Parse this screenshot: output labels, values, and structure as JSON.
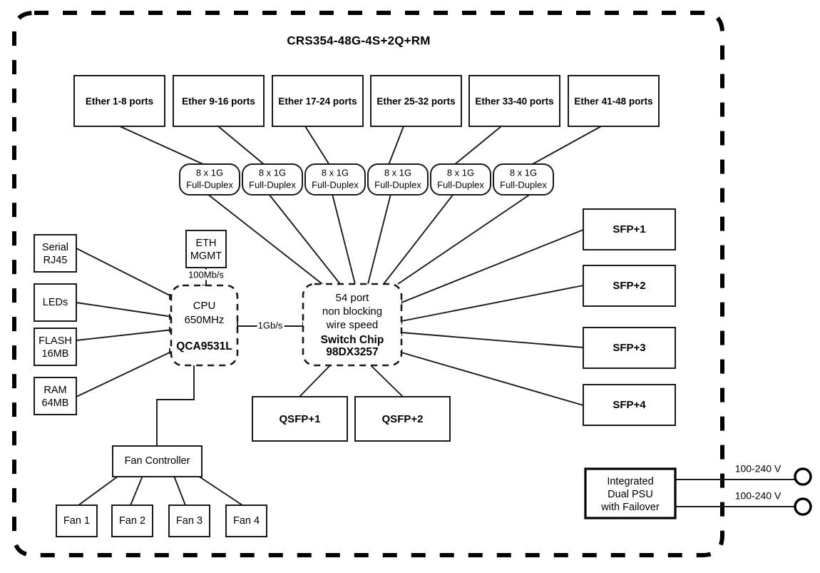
{
  "diagram": {
    "title": "CRS354-48G-4S+2Q+RM",
    "ether_groups": [
      {
        "label": "Ether 1-8 ports"
      },
      {
        "label": "Ether 9-16 ports"
      },
      {
        "label": "Ether 17-24 ports"
      },
      {
        "label": "Ether 25-32 ports"
      },
      {
        "label": "Ether 33-40 ports"
      },
      {
        "label": "Ether 41-48 ports"
      }
    ],
    "phy_blocks": [
      {
        "line1": "8 x 1G",
        "line2": "Full-Duplex"
      },
      {
        "line1": "8 x 1G",
        "line2": "Full-Duplex"
      },
      {
        "line1": "8 x 1G",
        "line2": "Full-Duplex"
      },
      {
        "line1": "8 x 1G",
        "line2": "Full-Duplex"
      },
      {
        "line1": "8 x 1G",
        "line2": "Full-Duplex"
      },
      {
        "line1": "8 x 1G",
        "line2": "Full-Duplex"
      }
    ],
    "peripherals": [
      {
        "line1": "Serial",
        "line2": "RJ45"
      },
      {
        "line1": "LEDs",
        "line2": ""
      },
      {
        "line1": "FLASH",
        "line2": "16MB"
      },
      {
        "line1": "RAM",
        "line2": "64MB"
      }
    ],
    "eth_mgmt": {
      "line1": "ETH",
      "line2": "MGMT",
      "speed_label": "100Mb/s"
    },
    "cpu": {
      "line1": "CPU",
      "line2": "650MHz",
      "line3": "QCA9531L"
    },
    "cpu_switch_link": {
      "label": "1Gb/s"
    },
    "switch_chip": {
      "line1": "54 port",
      "line2": "non blocking",
      "line3": "wire speed",
      "line4": "Switch Chip",
      "line5": "98DX3257"
    },
    "sfp_ports": [
      {
        "label": "SFP+1"
      },
      {
        "label": "SFP+2"
      },
      {
        "label": "SFP+3"
      },
      {
        "label": "SFP+4"
      }
    ],
    "qsfp_ports": [
      {
        "label": "QSFP+1"
      },
      {
        "label": "QSFP+2"
      }
    ],
    "fan_controller": {
      "label": "Fan Controller"
    },
    "fans": [
      {
        "label": "Fan 1"
      },
      {
        "label": "Fan 2"
      },
      {
        "label": "Fan 3"
      },
      {
        "label": "Fan 4"
      }
    ],
    "psu": {
      "line1": "Integrated",
      "line2": "Dual PSU",
      "line3": "with Failover",
      "inputs": [
        {
          "label": "100-240 V"
        },
        {
          "label": "100-240 V"
        }
      ]
    },
    "colors": {
      "stroke": "#1a1a1a",
      "background": "#ffffff",
      "border": "#000000"
    }
  }
}
